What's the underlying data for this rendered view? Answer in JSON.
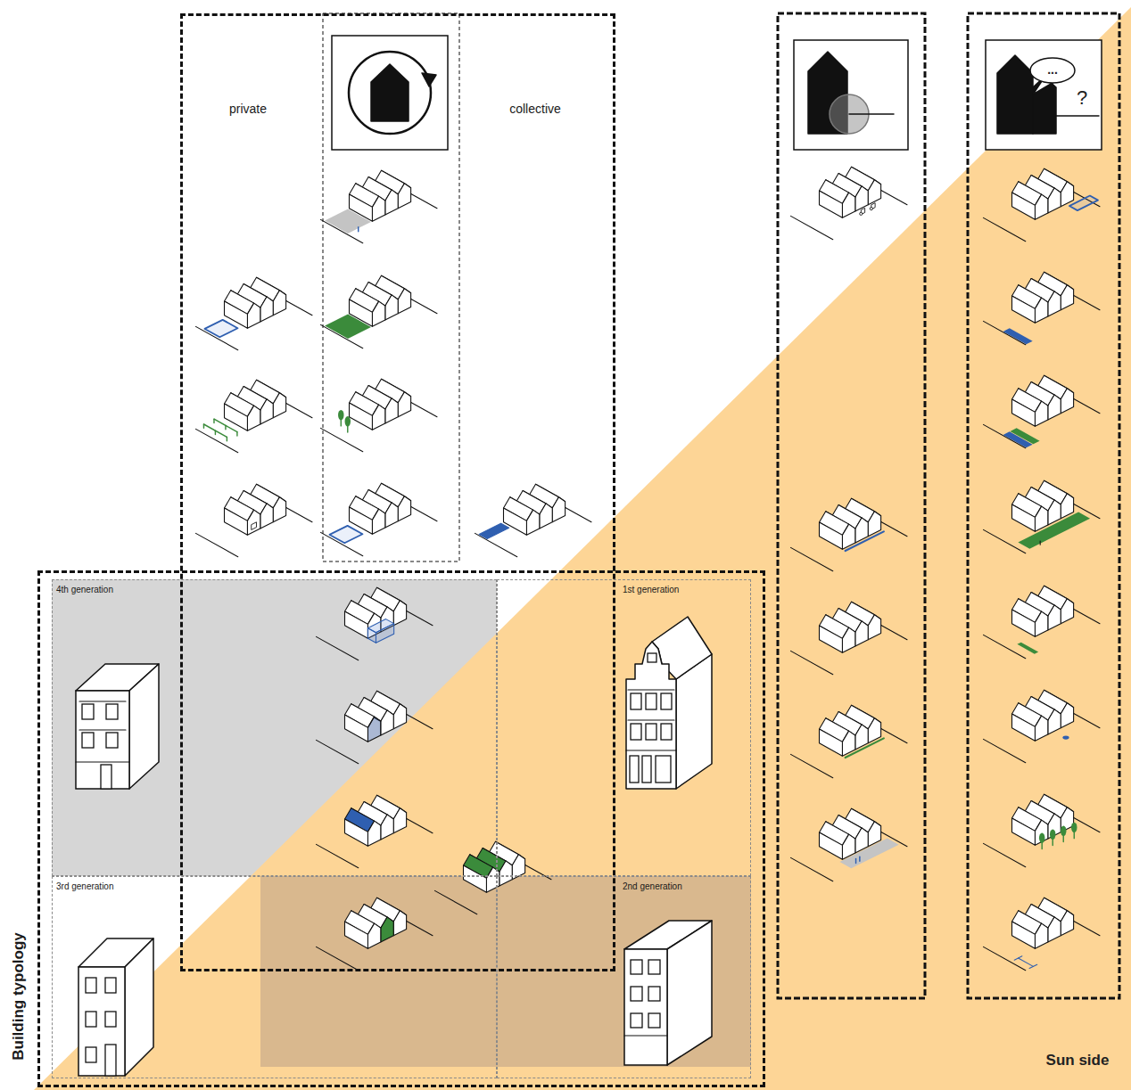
{
  "diagram": {
    "nodes": [
      {
        "text": [
          "private",
          "collective"
        ]
      },
      {
        "text": [
          "Building typology"
        ]
      },
      {
        "text": [
          "4th generation"
        ],
        "in": 1
      },
      {
        "text": [
          "1st generation"
        ],
        "in": 1
      },
      {
        "text": [
          "3rd generation"
        ],
        "in": 1
      },
      {
        "text": [
          "2nd generation"
        ],
        "in": 1
      }
    ],
    "labels": [
      "...",
      "?",
      "Sun side"
    ]
  }
}
